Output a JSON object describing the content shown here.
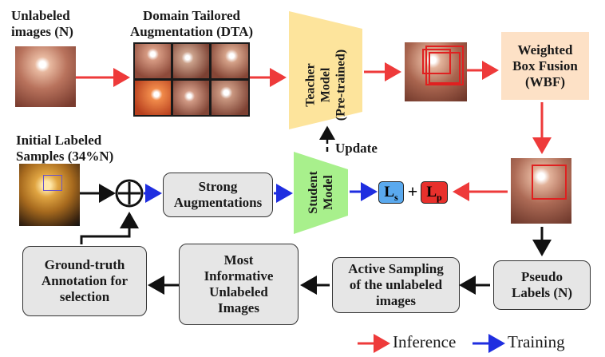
{
  "labels": {
    "unlabeled_images": "Unlabeled\nimages (N)",
    "dta": "Domain Tailored\nAugmentation (DTA)",
    "teacher_model": "Teacher\nModel\n(Pre-trained)",
    "wbf": "Weighted\nBox Fusion\n(WBF)",
    "initial_labeled": "Initial Labeled\nSamples (34%N)",
    "strong_aug": "Strong\nAugmentations",
    "student_model": "Student\nModel",
    "update": "Update",
    "ls": "L",
    "ls_sub": "s",
    "lp": "L",
    "lp_sub": "p",
    "plus": "+",
    "pseudo_labels": "Pseudo\nLabels (N)",
    "active_sampling": "Active Sampling\nof the unlabeled\nimages",
    "most_informative": "Most\nInformative\nUnlabeled\nImages",
    "ground_truth": "Ground-truth\nAnnotation for\nselection"
  },
  "legend": {
    "inference": "Inference",
    "training": "Training"
  },
  "colors": {
    "inference_arrow": "#ee3a3a",
    "training_arrow": "#1f2ee0",
    "teacher_fill": "#fde49c",
    "student_fill": "#a8f08c",
    "wbf_fill": "#fde1c6",
    "ls_fill": "#5aa9ee",
    "lp_fill": "#e8302c",
    "box_fill": "#e6e6e6"
  }
}
